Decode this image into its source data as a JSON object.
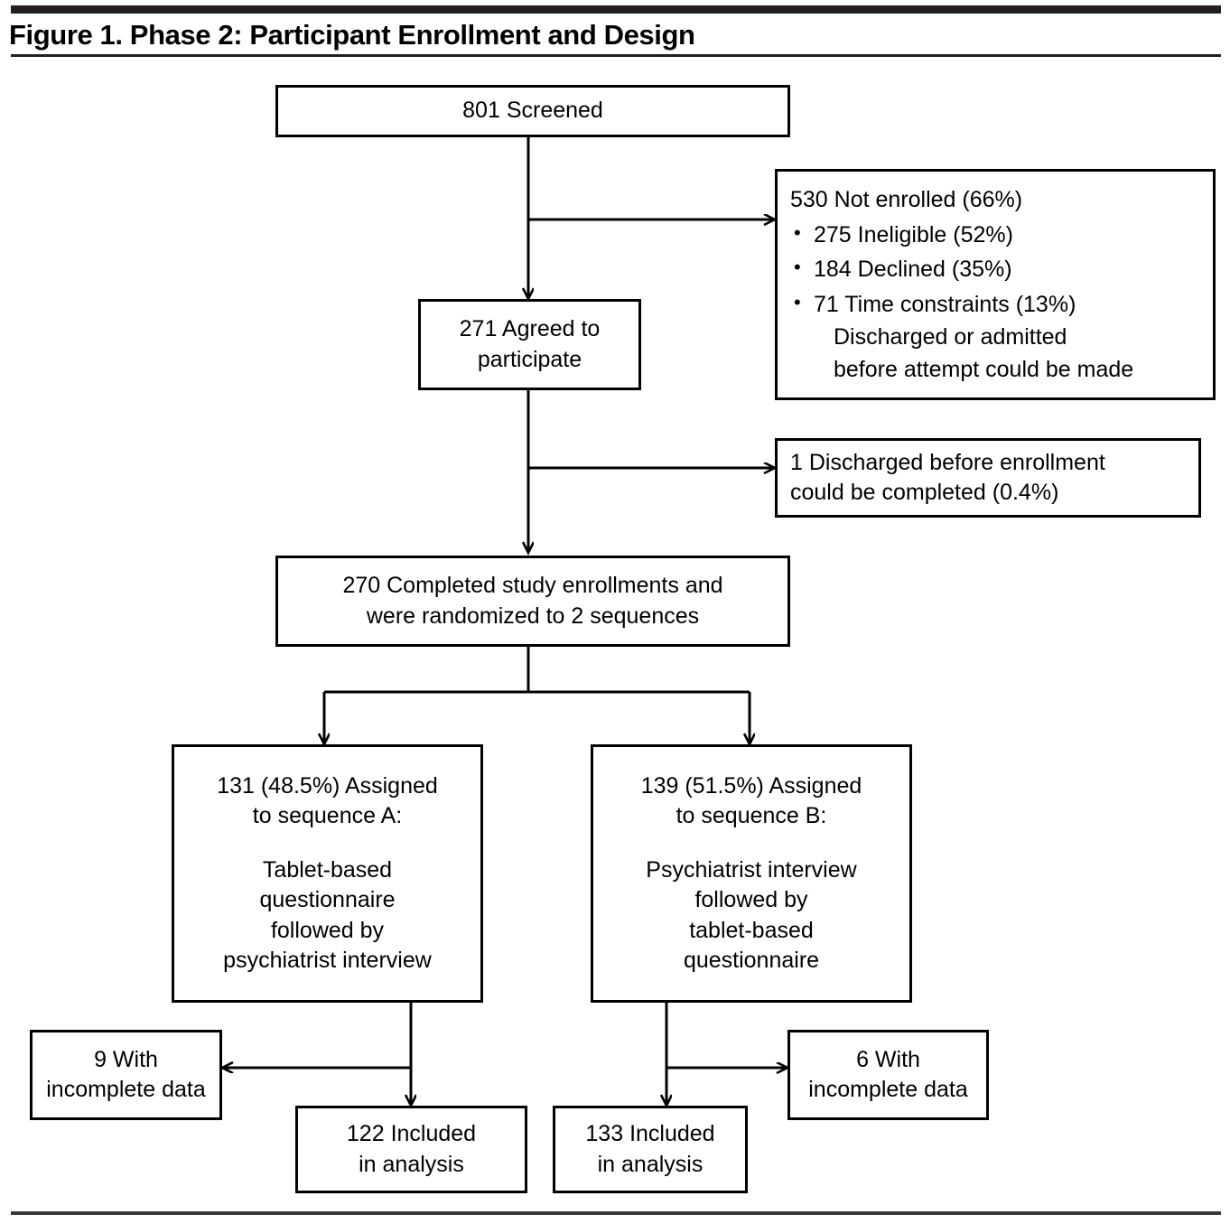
{
  "figure": {
    "title": "Figure 1. Phase 2: Participant Enrollment and Design"
  },
  "flow": {
    "screened": {
      "label": "801 Screened"
    },
    "not_enrolled": {
      "headline": "530 Not enrolled (66%)",
      "items": [
        "275 Ineligible  (52%)",
        "184 Declined  (35%)",
        "71 Time constraints (13%)"
      ],
      "note_line1": "Discharged or admitted",
      "note_line2": "before attempt could be made",
      "bullet_glyph": "•"
    },
    "agreed": {
      "line1": "271 Agreed to",
      "line2": "participate"
    },
    "discharged": {
      "line1": "1 Discharged before enrollment",
      "line2": "could be completed (0.4%)"
    },
    "randomized": {
      "line1": "270 Completed study enrollments and",
      "line2": "were randomized to 2 sequences"
    },
    "sequence_a": {
      "assign_line1": "131 (48.5%) Assigned",
      "assign_line2": "to sequence A:",
      "desc_line1": "Tablet-based",
      "desc_line2": "questionnaire",
      "desc_line3": "followed by",
      "desc_line4": "psychiatrist interview"
    },
    "sequence_b": {
      "assign_line1": "139 (51.5%) Assigned",
      "assign_line2": "to sequence B:",
      "desc_line1": "Psychiatrist interview",
      "desc_line2": "followed by",
      "desc_line3": "tablet-based",
      "desc_line4": "questionnaire"
    },
    "incomplete_a": {
      "line1": "9 With",
      "line2": "incomplete data"
    },
    "incomplete_b": {
      "line1": "6 With",
      "line2": "incomplete data"
    },
    "included_a": {
      "line1": "122 Included",
      "line2": "in analysis"
    },
    "included_b": {
      "line1": "133 Included",
      "line2": "in analysis"
    }
  },
  "chart_data": {
    "type": "diagram",
    "title": "Figure 1. Phase 2: Participant Enrollment and Design",
    "nodes": [
      {
        "id": "screened",
        "label": "801 Screened",
        "value": 801
      },
      {
        "id": "not_enrolled",
        "label": "530 Not enrolled (66%)",
        "value": 530,
        "percent": 66
      },
      {
        "id": "ineligible",
        "label": "275 Ineligible  (52%)",
        "value": 275,
        "percent": 52
      },
      {
        "id": "declined",
        "label": "184 Declined  (35%)",
        "value": 184,
        "percent": 35
      },
      {
        "id": "time_constr",
        "label": "71 Time constraints (13%)",
        "value": 71,
        "percent": 13
      },
      {
        "id": "agreed",
        "label": "271 Agreed to participate",
        "value": 271
      },
      {
        "id": "discharged",
        "label": "1 Discharged before enrollment could be completed (0.4%)",
        "value": 1,
        "percent": 0.4
      },
      {
        "id": "randomized",
        "label": "270 Completed study enrollments and were randomized to 2 sequences",
        "value": 270
      },
      {
        "id": "sequence_a",
        "label": "131 (48.5%) Assigned to sequence A",
        "value": 131,
        "percent": 48.5
      },
      {
        "id": "sequence_b",
        "label": "139 (51.5%) Assigned to sequence B",
        "value": 139,
        "percent": 51.5
      },
      {
        "id": "incomplete_a",
        "label": "9 With incomplete data",
        "value": 9
      },
      {
        "id": "incomplete_b",
        "label": "6 With incomplete data",
        "value": 6
      },
      {
        "id": "included_a",
        "label": "122 Included in analysis",
        "value": 122
      },
      {
        "id": "included_b",
        "label": "133 Included in analysis",
        "value": 133
      }
    ],
    "edges": [
      {
        "from": "screened",
        "to": "not_enrolled"
      },
      {
        "from": "screened",
        "to": "agreed"
      },
      {
        "from": "agreed",
        "to": "discharged"
      },
      {
        "from": "agreed",
        "to": "randomized"
      },
      {
        "from": "randomized",
        "to": "sequence_a"
      },
      {
        "from": "randomized",
        "to": "sequence_b"
      },
      {
        "from": "sequence_a",
        "to": "incomplete_a"
      },
      {
        "from": "sequence_a",
        "to": "included_a"
      },
      {
        "from": "sequence_b",
        "to": "incomplete_b"
      },
      {
        "from": "sequence_b",
        "to": "included_b"
      }
    ]
  }
}
